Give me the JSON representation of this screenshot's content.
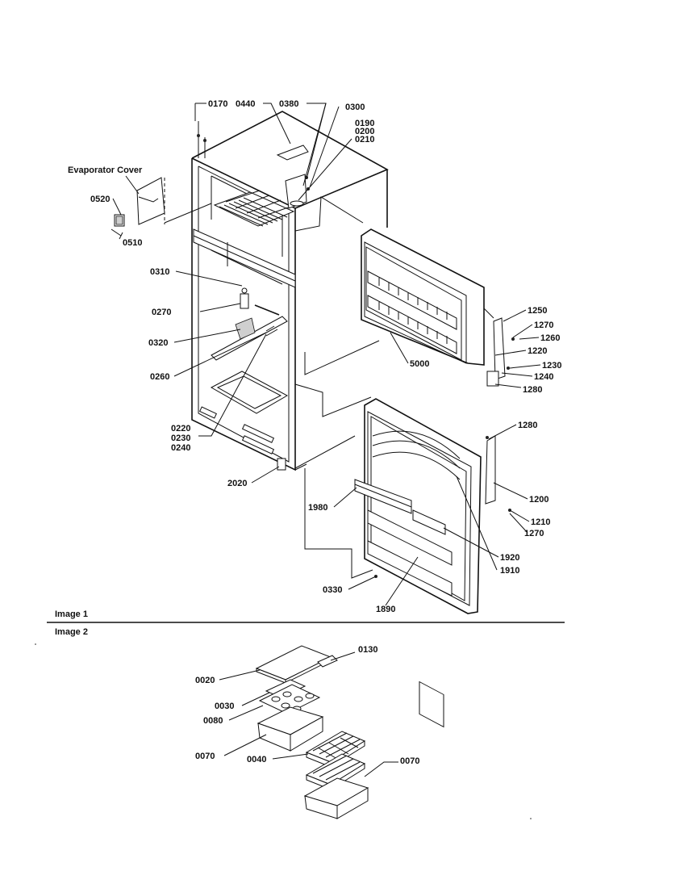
{
  "captions": {
    "image1": "Image 1",
    "image2": "Image 2"
  },
  "image1_labels": {
    "evaporator_cover": "Evaporator Cover",
    "p0170": "0170",
    "p0440": "0440",
    "p0380": "0380",
    "p0300": "0300",
    "p0190": "0190",
    "p0200": "0200",
    "p0210": "0210",
    "p0520": "0520",
    "p0510": "0510",
    "p0310": "0310",
    "p0270": "0270",
    "p0320": "0320",
    "p0260": "0260",
    "p0220": "0220",
    "p0230": "0230",
    "p0240": "0240",
    "p2020": "2020",
    "p1250": "1250",
    "p1270a": "1270",
    "p1260": "1260",
    "p1220": "1220",
    "p1230": "1230",
    "p1240": "1240",
    "p1280a": "1280",
    "p5000": "5000",
    "p1280b": "1280",
    "p1200": "1200",
    "p1210": "1210",
    "p1270b": "1270",
    "p1980": "1980",
    "p1920": "1920",
    "p1910": "1910",
    "p0330": "0330",
    "p1890": "1890"
  },
  "image2_labels": {
    "p0020": "0020",
    "p0130": "0130",
    "p0030": "0030",
    "p0080": "0080",
    "p0070a": "0070",
    "p0040": "0040",
    "p0070b": "0070"
  }
}
